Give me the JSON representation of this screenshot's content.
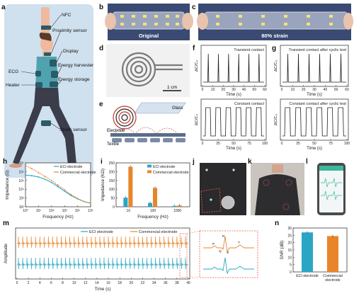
{
  "panel_letters": [
    "a",
    "b",
    "c",
    "d",
    "e",
    "f",
    "g",
    "h",
    "i",
    "j",
    "k",
    "l",
    "m",
    "n"
  ],
  "panel_a": {
    "labels": [
      "NFC",
      "Proximity sensor",
      "Display",
      "Energy harvester",
      "Energy storage",
      "ECG",
      "Heater",
      "Strain sensor"
    ]
  },
  "panel_b": {
    "label": "Original"
  },
  "panel_c": {
    "label": "80% strain"
  },
  "panel_d": {
    "scale": "1 cm"
  },
  "panel_e": {
    "glass": "Glass",
    "electrode": "Electrode",
    "textile": "Textile"
  },
  "panel_f": {
    "top": {
      "title": "Transient contact",
      "xlabel": "Time (s)",
      "ylabel": "ΔC/C₀",
      "xticks": [
        "0",
        "10",
        "20",
        "30",
        "40",
        "50",
        "60"
      ]
    },
    "bottom": {
      "title": "Constant contact",
      "xlabel": "Time (s)",
      "ylabel": "ΔC/C₀",
      "xticks": [
        "0",
        "25",
        "50",
        "75",
        "100"
      ]
    }
  },
  "panel_g": {
    "top": {
      "title": "Transient contact after cyclic test",
      "xlabel": "Time (s)",
      "ylabel": "ΔC/C₀",
      "xticks": [
        "0",
        "10",
        "20",
        "30",
        "40",
        "50",
        "60"
      ]
    },
    "bottom": {
      "title": "Constant contact after cyclic test",
      "xlabel": "Time (s)",
      "ylabel": "ΔC/C₀",
      "xticks": [
        "0",
        "25",
        "50",
        "75",
        "100"
      ]
    }
  },
  "colors": {
    "eci": "#2aa6c4",
    "commercial": "#e8852a"
  },
  "chart_data": [
    {
      "panel": "h",
      "type": "line",
      "xlabel": "Frequency (Hz)",
      "ylabel": "Impedance (Ω)",
      "xscale": "log",
      "yscale": "log",
      "xlim": [
        1,
        100000
      ],
      "ylim": [
        100,
        10000000
      ],
      "xticks": [
        "10⁰",
        "10¹",
        "10²",
        "10³",
        "10⁴",
        "10⁵"
      ],
      "yticks": [
        "10²",
        "10³",
        "10⁴",
        "10⁵",
        "10⁶",
        "10⁷"
      ],
      "legend": "top-right",
      "series": [
        {
          "name": "ECI electrode",
          "x": [
            1,
            3,
            10,
            30,
            100,
            300,
            1000,
            3000,
            10000,
            30000,
            100000
          ],
          "y": [
            400000,
            350000,
            250000,
            140000,
            60000,
            20000,
            6000,
            2000,
            800,
            400,
            250
          ]
        },
        {
          "name": "Commercial electrode",
          "x": [
            1,
            3,
            10,
            30,
            100,
            300,
            1000,
            3000,
            10000,
            30000,
            100000
          ],
          "y": [
            5000000,
            2200000,
            800000,
            300000,
            100000,
            30000,
            9000,
            2500,
            900,
            400,
            250
          ]
        }
      ]
    },
    {
      "panel": "i",
      "type": "bar",
      "xlabel": "Frequency (Hz)",
      "ylabel": "Impedance (KΩ)",
      "categories": [
        "10",
        "100",
        "1000"
      ],
      "ylim": [
        0,
        250
      ],
      "yticks": [
        "0",
        "50",
        "100",
        "150",
        "200",
        "250"
      ],
      "legend": "top-right",
      "series": [
        {
          "name": "ECI electrode",
          "values": [
            52,
            22,
            5
          ]
        },
        {
          "name": "Commercial electrode",
          "values": [
            228,
            108,
            8
          ]
        }
      ]
    },
    {
      "panel": "m",
      "type": "line",
      "xlabel": "Time (s)",
      "ylabel": "Amplitude",
      "xticks": [
        "0",
        "2",
        "4",
        "6",
        "8",
        "10",
        "12",
        "14",
        "16",
        "18",
        "20",
        "22",
        "34",
        "36",
        "38",
        "40"
      ],
      "legend": "top-center",
      "series": [
        {
          "name": "ECI electrode"
        },
        {
          "name": "Commercial electrode"
        }
      ],
      "ecg_labels": [
        "P",
        "Q",
        "R",
        "S",
        "T"
      ]
    },
    {
      "panel": "n",
      "type": "bar",
      "ylabel": "SNR (dB)",
      "categories": [
        "ECI electrode",
        "Commercial electrode"
      ],
      "values": [
        27,
        24.5
      ],
      "ylim": [
        0,
        30
      ],
      "yticks": [
        "0",
        "5",
        "10",
        "15",
        "20",
        "25",
        "30"
      ]
    }
  ]
}
